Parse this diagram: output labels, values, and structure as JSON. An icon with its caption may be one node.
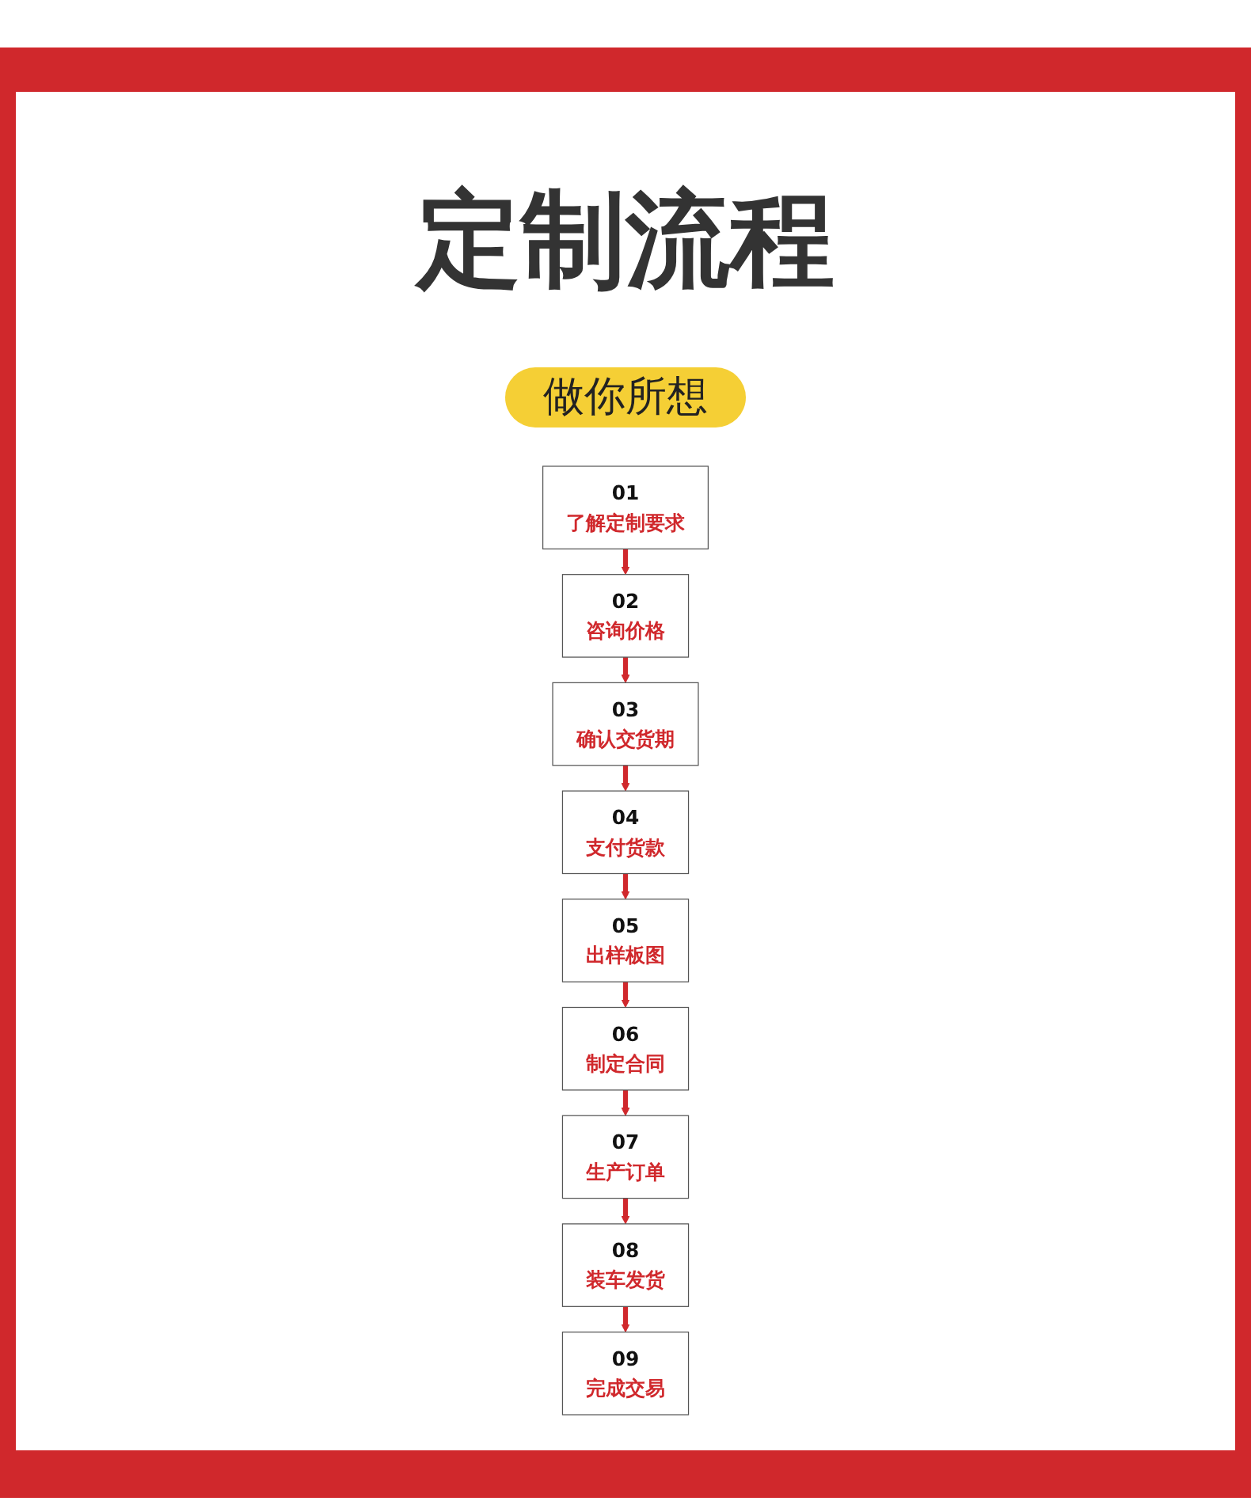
{
  "diagram": {
    "title": "定制流程",
    "nodes": [
      {
        "text": [
          "01",
          "了解定制要求"
        ]
      },
      {
        "text": [
          "02",
          "咨询价格"
        ]
      },
      {
        "text": [
          "03",
          "确认交货期"
        ]
      },
      {
        "text": [
          "04",
          "支付货款"
        ]
      },
      {
        "text": [
          "05",
          "出样板图"
        ]
      },
      {
        "text": [
          "06",
          "制定合同"
        ]
      },
      {
        "text": [
          "07",
          "生产订单"
        ]
      },
      {
        "text": [
          "08",
          "装车发货"
        ]
      },
      {
        "text": [
          "09",
          "完成交易"
        ]
      }
    ],
    "edges": [
      {
        "from": 0,
        "to": 1,
        "arrow": "to"
      },
      {
        "from": 1,
        "to": 2,
        "arrow": "to"
      },
      {
        "from": 2,
        "to": 3,
        "arrow": "to"
      },
      {
        "from": 3,
        "to": 4,
        "arrow": "to"
      },
      {
        "from": 4,
        "to": 5,
        "arrow": "to"
      },
      {
        "from": 5,
        "to": 6,
        "arrow": "to"
      },
      {
        "from": 6,
        "to": 7,
        "arrow": "to"
      },
      {
        "from": 7,
        "to": 8,
        "arrow": "to"
      }
    ],
    "labels": [
      "做你所想"
    ]
  }
}
